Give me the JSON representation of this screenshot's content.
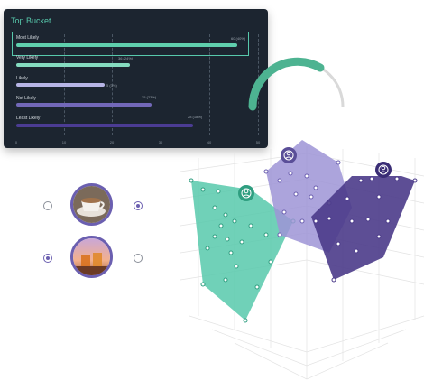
{
  "top_bucket": {
    "title": "Top Bucket",
    "rows": [
      {
        "label": "Most Likely",
        "value": "60 (40%)",
        "fraction": 0.95,
        "color": "#5fcfad"
      },
      {
        "label": "Very Likely",
        "value": "36 (24%)",
        "fraction": 0.49,
        "color": "#85dcc0"
      },
      {
        "label": "Likely",
        "value": "5 (3%)",
        "fraction": 0.38,
        "color": "#b7b5e6"
      },
      {
        "label": "Not Likely",
        "value": "35 (23%)",
        "fraction": 0.58,
        "color": "#7268b8"
      },
      {
        "label": "Least Likely",
        "value": "28 (18%)",
        "fraction": 0.76,
        "color": "#4b3c93"
      }
    ],
    "axis_ticks": [
      "0",
      "10",
      "20",
      "30",
      "40",
      "50",
      "60"
    ]
  },
  "gauge": {
    "fraction": 0.33,
    "accent": "#4db391",
    "track": "#d9d9d9"
  },
  "image_choices": [
    {
      "name": "coffee-cup",
      "selected_left": false,
      "selected_right": true
    },
    {
      "name": "sunset-drink",
      "selected_left": true,
      "selected_right": false
    }
  ],
  "clusters": [
    {
      "name": "teal-group",
      "color": "#57c9ac",
      "icon": "user-icon"
    },
    {
      "name": "lavender-group",
      "color": "#9e94d6",
      "icon": "user-icon"
    },
    {
      "name": "purple-group",
      "color": "#4b3b8a",
      "icon": "user-icon"
    }
  ]
}
